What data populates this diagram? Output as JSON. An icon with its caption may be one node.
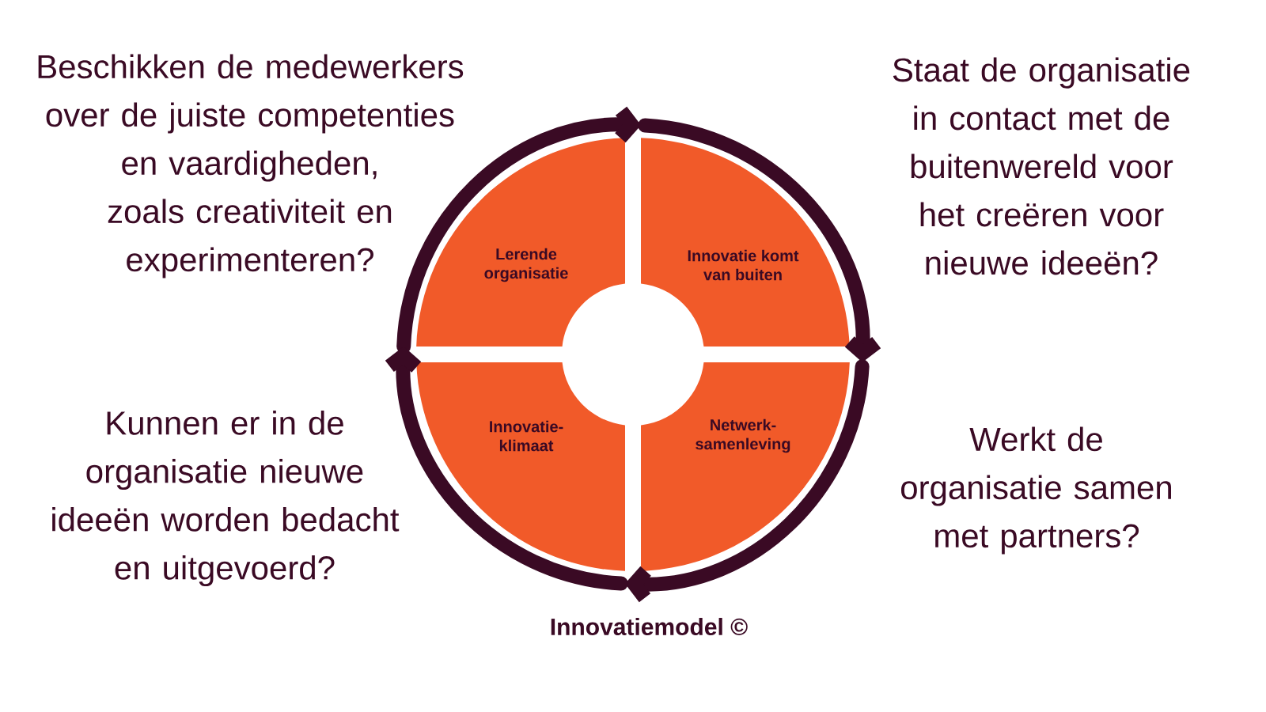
{
  "diagram": {
    "caption": "Innovatiemodel ©",
    "nodes": [
      {
        "text": [
          "Lerende organisatie"
        ],
        "beside": [
          "Beschikken de medewerkers over de juiste competenties en vaardigheden, zoals creativiteit en experimenteren?"
        ]
      },
      {
        "text": [
          "Innovatie komt van buiten"
        ],
        "beside": [
          "Staat de organisatie in contact met de buitenwereld voor het creëren voor nieuwe ideeën?"
        ]
      },
      {
        "text": [
          "Innovatie- klimaat"
        ],
        "beside": [
          "Kunnen er in de organisatie nieuwe ideeën worden bedacht en uitgevoerd?"
        ]
      },
      {
        "text": [
          "Netwerk- samenleving"
        ],
        "beside": [
          "Werkt de organisatie samen met partners?"
        ]
      }
    ],
    "edges": [
      {
        "from": 0,
        "to": 1,
        "arrow": "to"
      },
      {
        "from": 1,
        "to": 3,
        "arrow": "to"
      },
      {
        "from": 3,
        "to": 2,
        "arrow": "to"
      },
      {
        "from": 2,
        "to": 0,
        "arrow": "to"
      }
    ]
  }
}
